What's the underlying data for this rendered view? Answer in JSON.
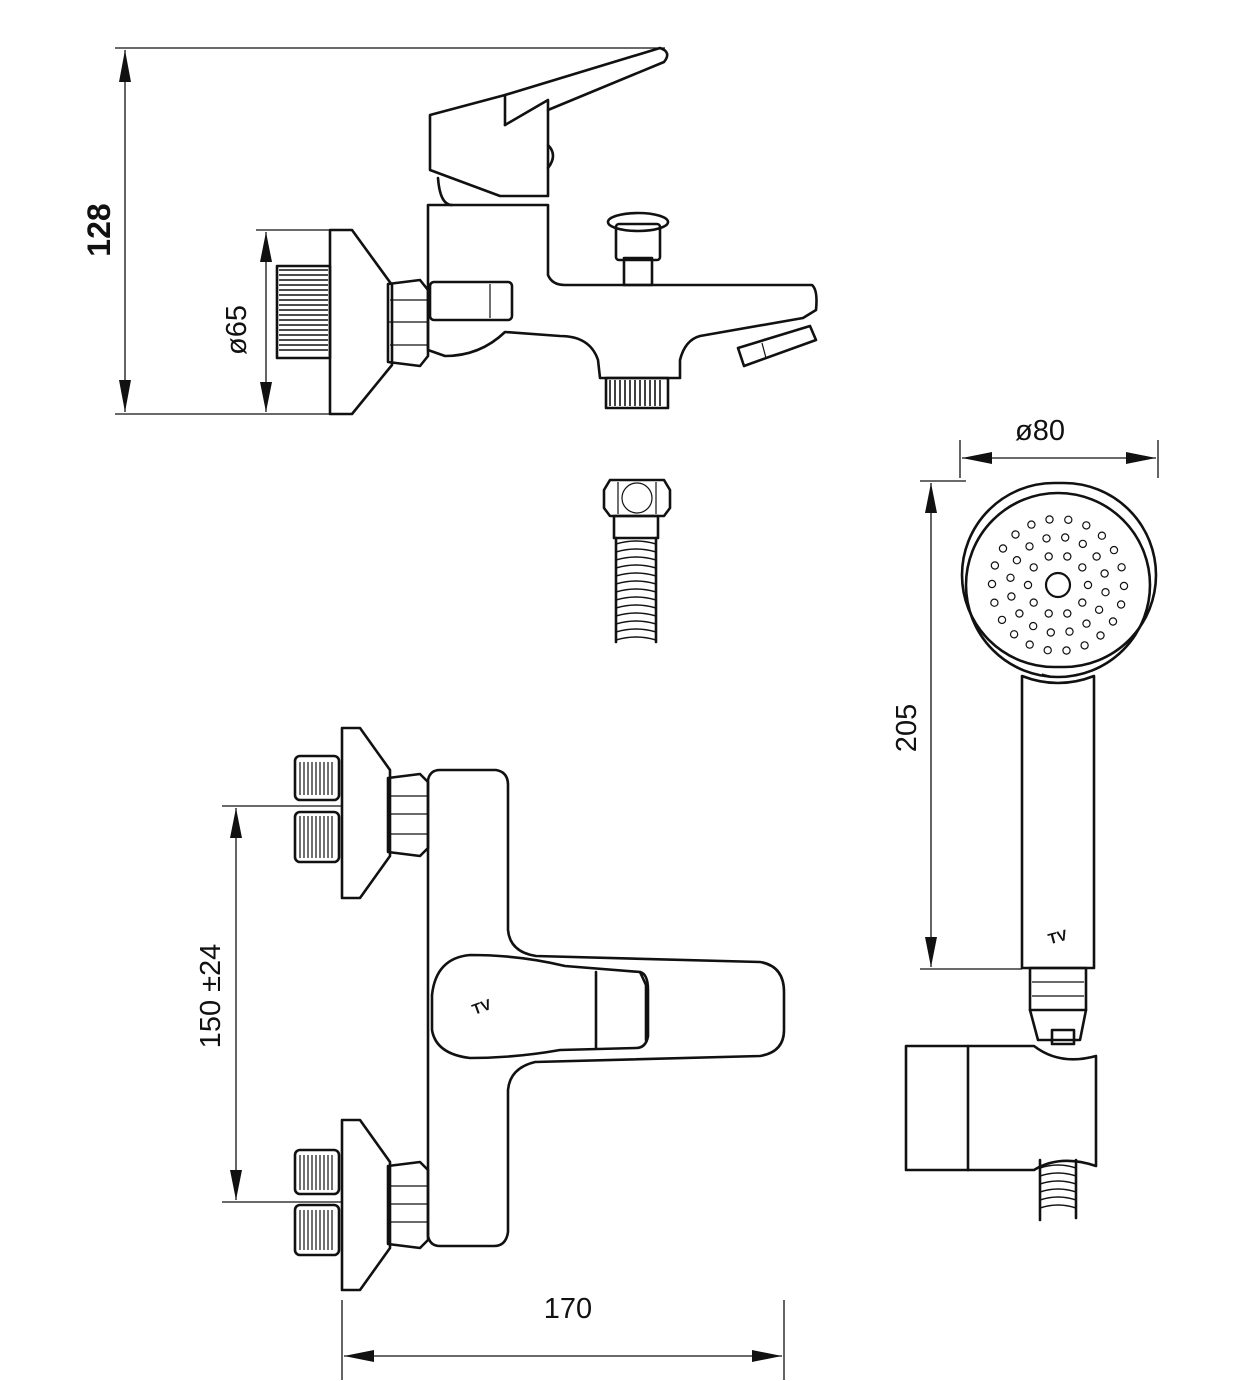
{
  "dimensions": {
    "height_side": "128",
    "wall_plate_diameter": "ø65",
    "centers": "150 ±24",
    "width_front": "170",
    "shower_diameter": "ø80",
    "shower_length": "205"
  },
  "logo": "TV"
}
